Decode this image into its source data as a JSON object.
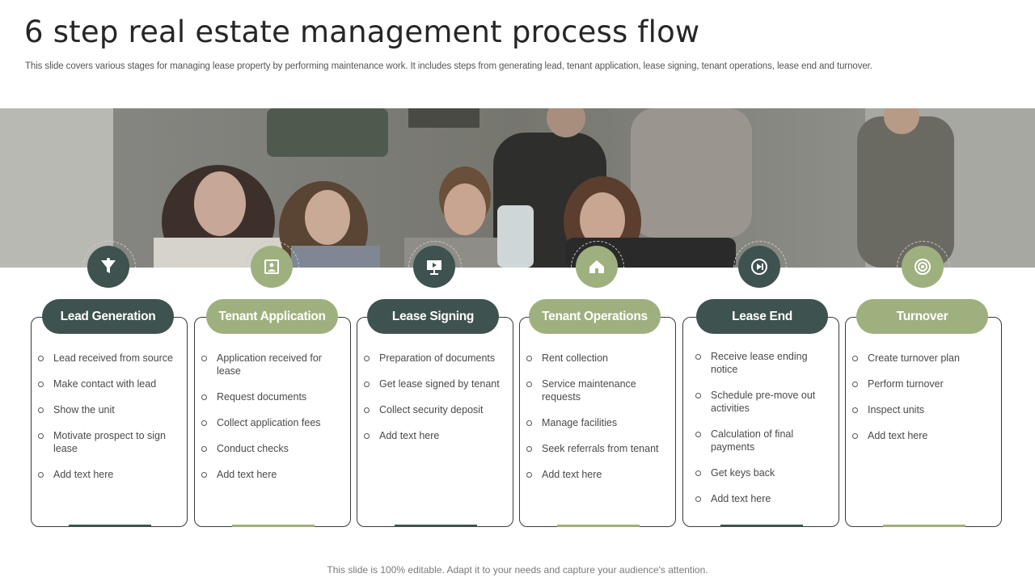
{
  "header": {
    "title": "6 step real estate management process flow",
    "subtitle": "This slide covers various stages for managing lease property by performing maintenance work. It includes steps from generating lead, tenant application, lease signing, tenant operations, lease end and turnover."
  },
  "steps": [
    {
      "label": "Lead Generation",
      "icon": "funnel-icon",
      "tone": "dark",
      "items": [
        "Lead received from source",
        "Make contact with lead",
        "Show the unit",
        "Motivate prospect to sign lease",
        "Add text here"
      ]
    },
    {
      "label": "Tenant Application",
      "icon": "application-document-icon",
      "tone": "light",
      "items": [
        "Application received for lease",
        "Request documents",
        "Collect application fees",
        "Conduct checks",
        "Add text here"
      ]
    },
    {
      "label": "Lease Signing",
      "icon": "presentation-board-icon",
      "tone": "dark",
      "items": [
        "Preparation of documents",
        "Get lease signed by tenant",
        "Collect security deposit",
        "Add text here"
      ]
    },
    {
      "label": "Tenant Operations",
      "icon": "house-icon",
      "tone": "light",
      "items": [
        "Rent collection",
        "Service maintenance requests",
        "Manage facilities",
        "Seek referrals from tenant",
        "Add text here"
      ]
    },
    {
      "label": "Lease End",
      "icon": "play-stop-icon",
      "tone": "dark",
      "items": [
        "Receive lease ending notice",
        "Schedule pre-move out activities",
        "Calculation of final payments",
        "Get keys back",
        "Add text here"
      ]
    },
    {
      "label": "Turnover",
      "icon": "target-icon",
      "tone": "light",
      "items": [
        "Create turnover plan",
        "Perform turnover",
        "Inspect units",
        "Add text here"
      ]
    }
  ],
  "colors": {
    "dark": "#3e524f",
    "light": "#9fb07f"
  },
  "footer": {
    "note": "This slide is 100% editable. Adapt it to your needs and capture your audience's attention."
  }
}
